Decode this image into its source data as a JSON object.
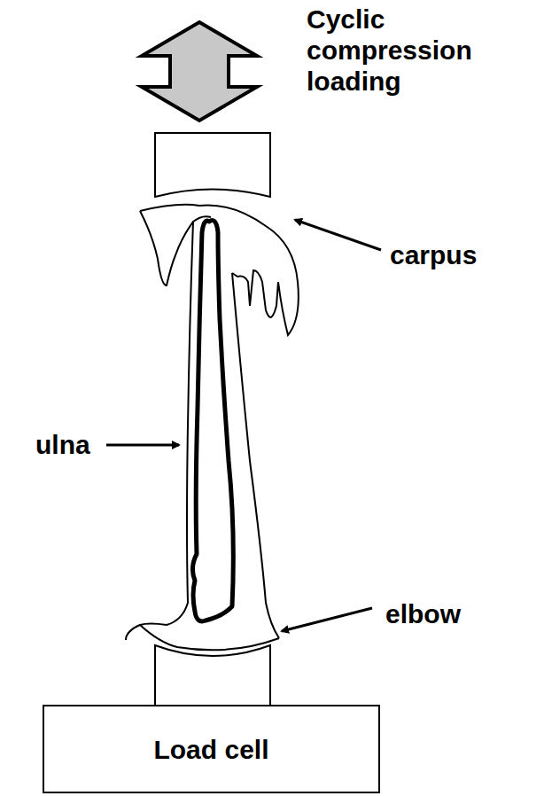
{
  "diagram": {
    "nodes": [
      {
        "text": [
          "Load cell"
        ]
      }
    ],
    "labels": [
      "Cyclic compression loading",
      "carpus",
      "ulna",
      "elbow"
    ]
  }
}
